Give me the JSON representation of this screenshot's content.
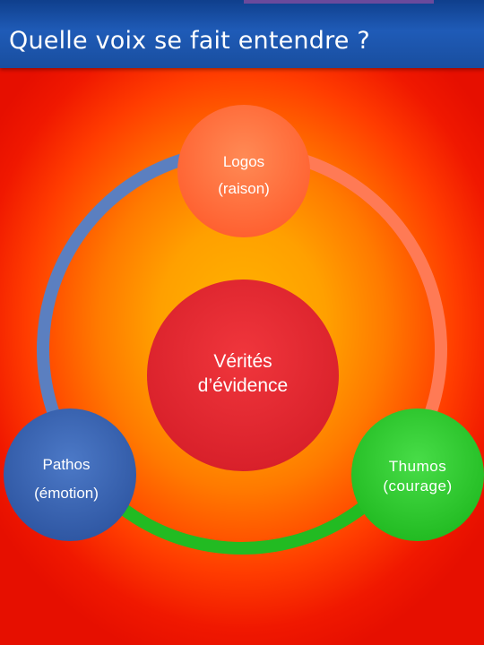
{
  "title": "Quelle voix se fait entendre ?",
  "nodes": {
    "logos": {
      "line1": "Logos",
      "line2": "(raison)",
      "color": "#ff6e3c"
    },
    "pathos": {
      "line1": "Pathos",
      "line2": "(émotion)",
      "color": "#3c66b4"
    },
    "thumos": {
      "line1": "Thumos",
      "line2": "(courage)",
      "color": "#33cc33"
    },
    "center": {
      "line1": "Vérités",
      "line2": "d’évidence",
      "color": "#e12830"
    }
  },
  "colors": {
    "title_bar": "#1f5bb7",
    "arc_logos_thumos": "#ff7a55",
    "arc_thumos_pathos": "#22bb22",
    "arc_pathos_logos": "#5b7fc0"
  }
}
